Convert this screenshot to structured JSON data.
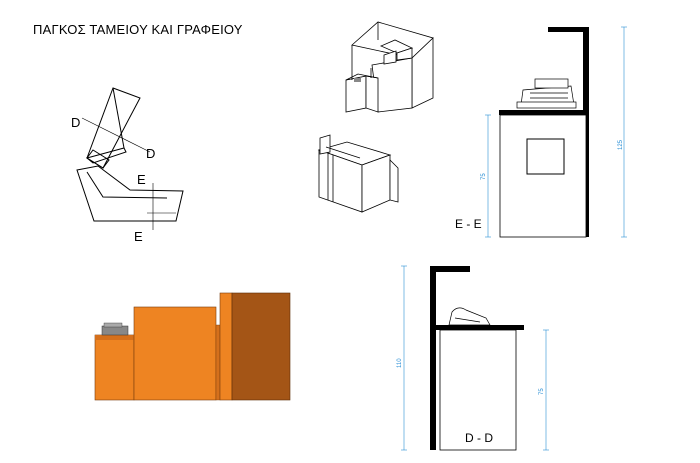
{
  "title": "ΠΑΓΚΟΣ ΤΑΜΕΙΟΥ ΚΑΙ ΓΡΑΦΕΙΟΥ",
  "plan": {
    "cut_d_top": "D",
    "cut_d_bottom": "D",
    "cut_e_top": "E",
    "cut_e_bottom": "E"
  },
  "section_e": {
    "label": "E - E",
    "dim_counter": "75",
    "dim_total": "125"
  },
  "section_d": {
    "label": "D - D",
    "dim_total": "110",
    "dim_counter": "75"
  },
  "colors": {
    "counter_light": "#ee8422",
    "counter_dark": "#a45516",
    "counter_side": "#d5701c",
    "dimension": "#2a8fd6"
  }
}
